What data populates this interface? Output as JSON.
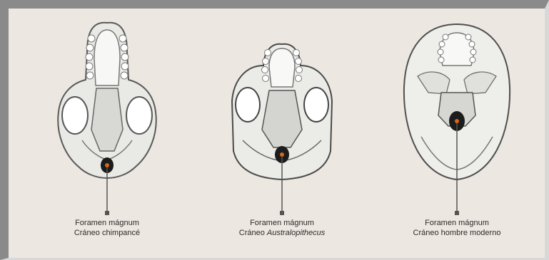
{
  "figures": [
    {
      "line1": "Foramen mágnum",
      "line2_prefix": "Cráneo ",
      "line2_emph": "",
      "line2_suffix": "chimpancé"
    },
    {
      "line1": "Foramen mágnum",
      "line2_prefix": "Cráneo ",
      "line2_emph": "Australopithecus",
      "line2_suffix": ""
    },
    {
      "line1": "Foramen mágnum",
      "line2_prefix": "Cráneo ",
      "line2_emph": "",
      "line2_suffix": "hombre moderno"
    }
  ],
  "colors": {
    "background": "#ede7e1",
    "bone_light": "#f2f2f0",
    "bone_shadow": "#6e6e6e",
    "foramen": "#1c1c1c",
    "marker_dot": "#d2691e",
    "pointer": "#555555"
  }
}
